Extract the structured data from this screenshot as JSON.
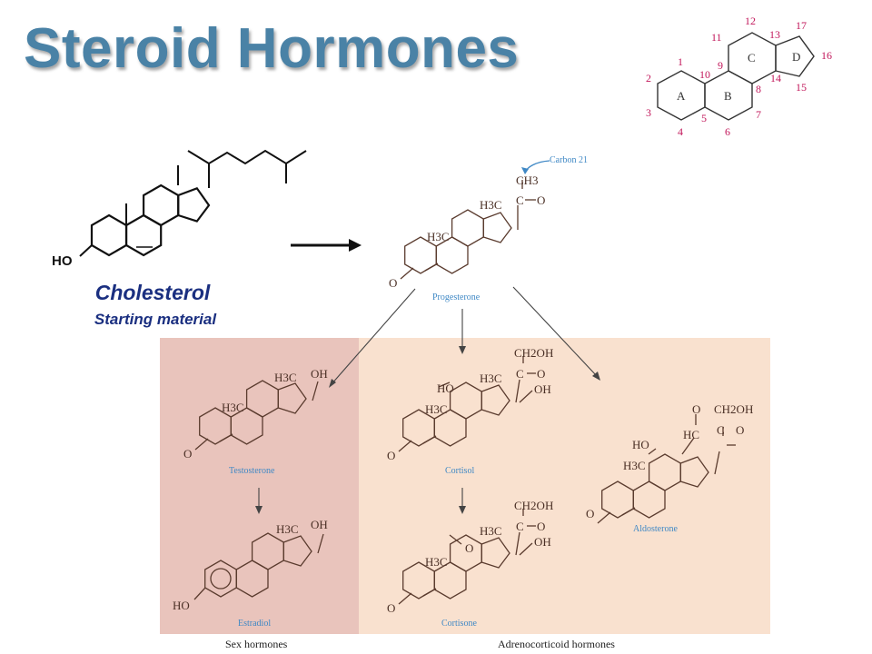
{
  "title": "Steroid Hormones",
  "cholesterol": {
    "name": "Cholesterol",
    "subtitle": "Starting material",
    "hydroxyl": "HO"
  },
  "numbering": {
    "rings": [
      "A",
      "B",
      "C",
      "D"
    ],
    "positions": [
      "1",
      "2",
      "3",
      "4",
      "5",
      "6",
      "7",
      "8",
      "9",
      "10",
      "11",
      "12",
      "13",
      "14",
      "15",
      "16",
      "17"
    ]
  },
  "progesterone": {
    "name": "Progesterone",
    "callout": "Carbon 21",
    "methyl_a": "H3C",
    "methyl_b": "H3C",
    "ch3": "CH3",
    "carbonyl": "C",
    "o_side": "O",
    "o_ring": "O"
  },
  "hormones": [
    {
      "name": "Testosterone",
      "group": "sex",
      "labels": [
        "H3C",
        "OH",
        "H3C",
        "O"
      ]
    },
    {
      "name": "Estradiol",
      "group": "sex",
      "labels": [
        "H3C",
        "OH",
        "HO"
      ]
    },
    {
      "name": "Cortisol",
      "group": "adrenocorticoid",
      "labels": [
        "CH2OH",
        "C",
        "O",
        "HO",
        "H3C",
        "OH",
        "H3C",
        "O"
      ]
    },
    {
      "name": "Cortisone",
      "group": "adrenocorticoid",
      "labels": [
        "CH2OH",
        "C",
        "O",
        "O",
        "H3C",
        "OH",
        "H3C",
        "O"
      ]
    },
    {
      "name": "Aldosterone",
      "group": "adrenocorticoid",
      "labels": [
        "O",
        "CH2OH",
        "HC",
        "C",
        "O",
        "HO",
        "H3C",
        "O"
      ]
    }
  ],
  "groups": {
    "sex": "Sex hormones",
    "adrenocorticoid": "Adrenocorticoid hormones"
  },
  "colors": {
    "title": "#4a82a6",
    "sex_panel": "#e9c4bc",
    "adreno_panel": "#f9e1cf",
    "label_blue": "#3f88c5",
    "numbering_magenta": "#c2185b",
    "caption_navy": "#1a2f80"
  }
}
